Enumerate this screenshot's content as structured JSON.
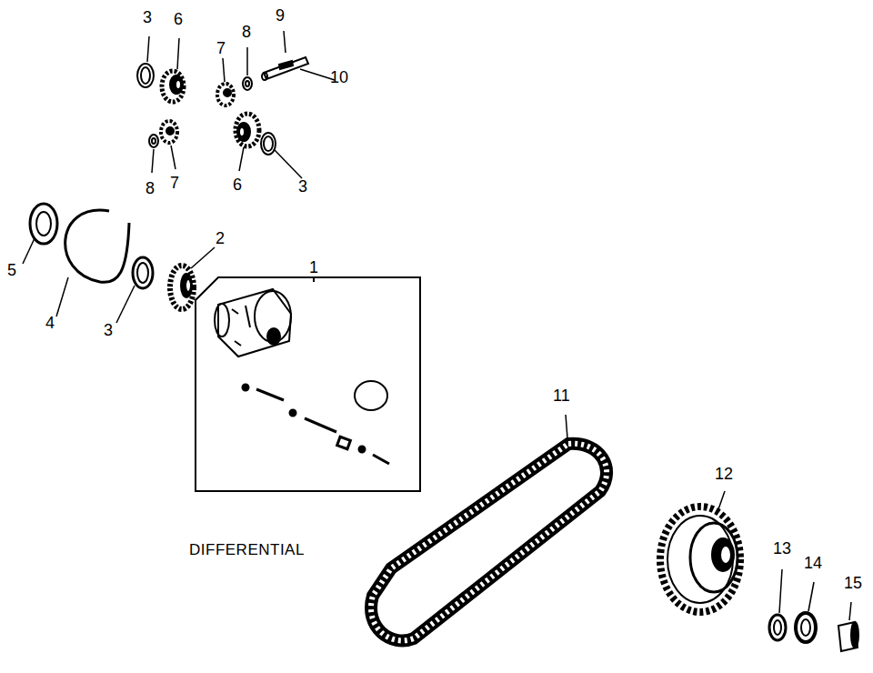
{
  "diagram": {
    "title": "DIFFERENTIAL",
    "labels": [
      "3",
      "6",
      "7",
      "8",
      "9",
      "10",
      "8",
      "7",
      "6",
      "3",
      "5",
      "4",
      "3",
      "2",
      "1",
      "11",
      "12",
      "13",
      "14",
      "15"
    ]
  }
}
